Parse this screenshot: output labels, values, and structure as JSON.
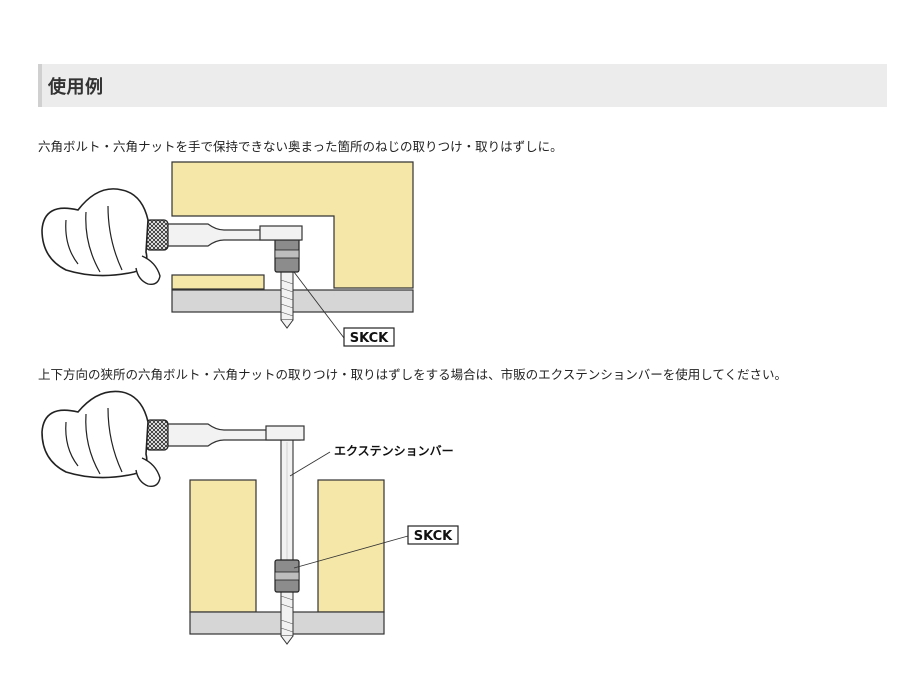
{
  "section": {
    "title": "使用例"
  },
  "examples": [
    {
      "caption": "六角ボルト・六角ナットを手で保持できない奥まった箇所のねじの取りつけ・取りはずしに。",
      "product_label": "SKCK"
    },
    {
      "caption": "上下方向の狭所の六角ボルト・六角ナットの取りつけ・取りはずしをする場合は、市販のエクステンションバーを使用してください。",
      "product_label": "SKCK",
      "extension_label": "エクステンションバー"
    }
  ],
  "colors": {
    "header_bg": "#ececec",
    "wall": "#f4e7a8",
    "floor": "#d6d6d6",
    "socket": "#8c8c8c"
  }
}
